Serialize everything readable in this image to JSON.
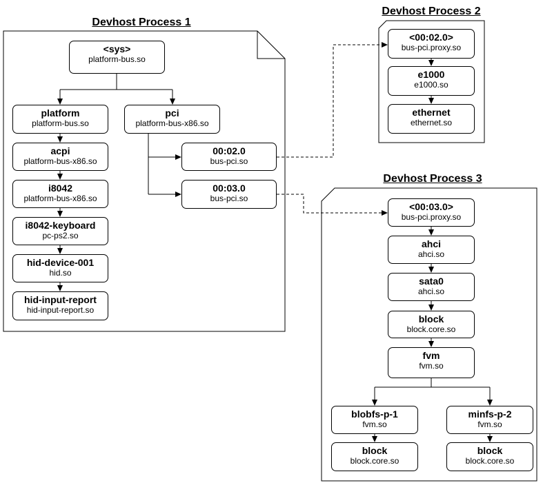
{
  "processes": {
    "p1": {
      "title": "Devhost Process 1"
    },
    "p2": {
      "title": "Devhost Process 2"
    },
    "p3": {
      "title": "Devhost Process 3"
    }
  },
  "nodes": {
    "sys": {
      "name": "<sys>",
      "lib": "platform-bus.so"
    },
    "platform": {
      "name": "platform",
      "lib": "platform-bus.so"
    },
    "pci": {
      "name": "pci",
      "lib": "platform-bus-x86.so"
    },
    "acpi": {
      "name": "acpi",
      "lib": "platform-bus-x86.so"
    },
    "i8042": {
      "name": "i8042",
      "lib": "platform-bus-x86.so"
    },
    "i8042_keyboard": {
      "name": "i8042-keyboard",
      "lib": "pc-ps2.so"
    },
    "hid_device": {
      "name": "hid-device-001",
      "lib": "hid.so"
    },
    "hid_input": {
      "name": "hid-input-report",
      "lib": "hid-input-report.so"
    },
    "pci_0002": {
      "name": "00:02.0",
      "lib": "bus-pci.so"
    },
    "pci_0003": {
      "name": "00:03.0",
      "lib": "bus-pci.so"
    },
    "proxy_0002": {
      "name": "<00:02.0>",
      "lib": "bus-pci.proxy.so"
    },
    "e1000": {
      "name": "e1000",
      "lib": "e1000.so"
    },
    "ethernet": {
      "name": "ethernet",
      "lib": "ethernet.so"
    },
    "proxy_0003": {
      "name": "<00:03.0>",
      "lib": "bus-pci.proxy.so"
    },
    "ahci": {
      "name": "ahci",
      "lib": "ahci.so"
    },
    "sata0": {
      "name": "sata0",
      "lib": "ahci.so"
    },
    "block_main": {
      "name": "block",
      "lib": "block.core.so"
    },
    "fvm": {
      "name": "fvm",
      "lib": "fvm.so"
    },
    "blobfs": {
      "name": "blobfs-p-1",
      "lib": "fvm.so"
    },
    "minfs": {
      "name": "minfs-p-2",
      "lib": "fvm.so"
    },
    "block_blob": {
      "name": "block",
      "lib": "block.core.so"
    },
    "block_min": {
      "name": "block",
      "lib": "block.core.so"
    }
  },
  "colors": {
    "stroke": "#000000",
    "background": "#ffffff"
  }
}
